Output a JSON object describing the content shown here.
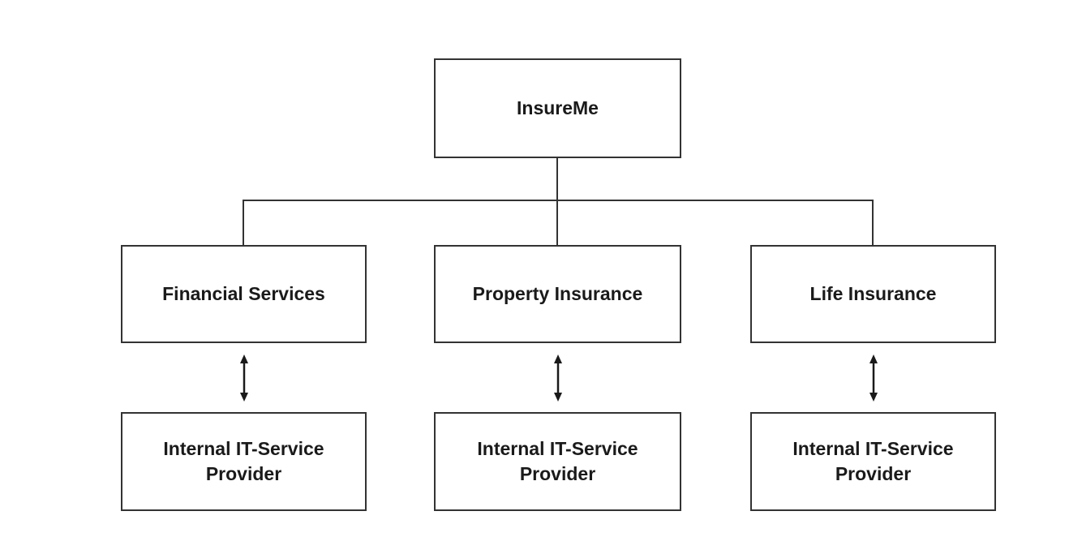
{
  "diagram": {
    "type": "org-structure",
    "root": {
      "label": "InsureMe"
    },
    "branches": [
      {
        "label": "Financial Services",
        "link_icon": "double-headed-vertical-arrow",
        "child": {
          "label": "Internal IT-Service Provider"
        }
      },
      {
        "label": "Property Insurance",
        "link_icon": "double-headed-vertical-arrow",
        "child": {
          "label": "Internal IT-Service Provider"
        }
      },
      {
        "label": "Life Insurance",
        "link_icon": "double-headed-vertical-arrow",
        "child": {
          "label": "Internal IT-Service Provider"
        }
      }
    ],
    "colors": {
      "box_border": "#333333",
      "box_fill": "#ffffff",
      "text": "#1a1a1a",
      "connector_line": "#333333",
      "background": "#ffffff"
    }
  }
}
